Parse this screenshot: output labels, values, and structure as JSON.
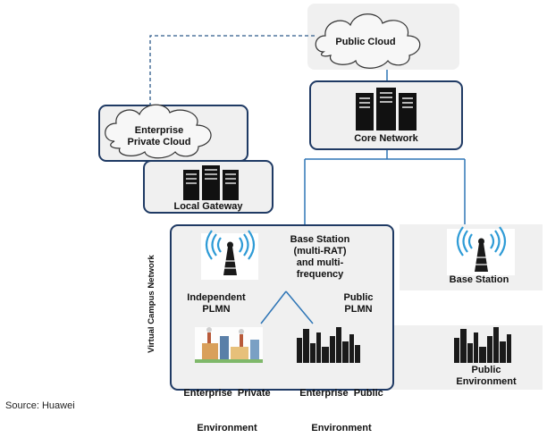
{
  "nodes": {
    "public_cloud": "Public Cloud",
    "core_network": "Core Network",
    "enterprise_private_cloud": [
      "Enterprise",
      "Private Cloud"
    ],
    "local_gateway": "Local Gateway",
    "base_station_multi": [
      "Base Station",
      "(multi-RAT)",
      "and multi-",
      "frequency"
    ],
    "base_station": "Base Station",
    "independent_plmn": [
      "Independent",
      "PLMN"
    ],
    "public_plmn": [
      "Public",
      "PLMN"
    ],
    "enterprise_private_env": [
      "Enterprise  Private",
      "Environment"
    ],
    "enterprise_public_env": [
      "Enterprise  Public",
      "Environment"
    ],
    "public_env": [
      "Public",
      "Environment"
    ]
  },
  "vertical_label": "Virtual Campus Network",
  "source": "Source: Huawei",
  "colors": {
    "navy": "#1f3a64",
    "panel": "#f0f0f0",
    "link": "#2e75b6",
    "dashed": "#2e5a8a"
  },
  "icons": [
    "cloud-icon",
    "server-icon",
    "antenna-icon",
    "factory-icon",
    "city-icon"
  ]
}
